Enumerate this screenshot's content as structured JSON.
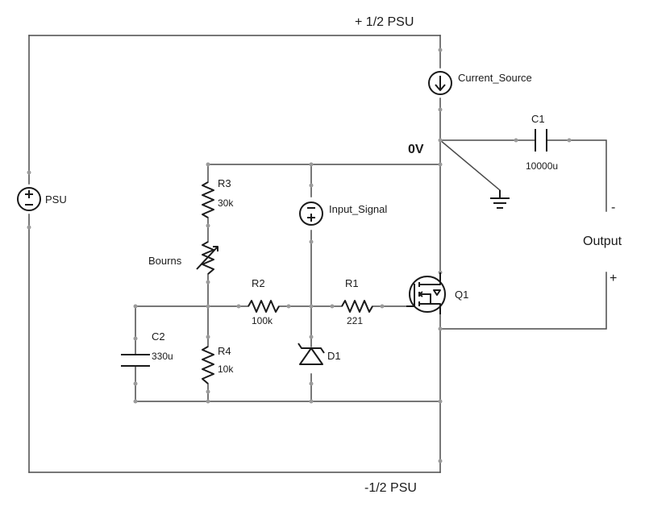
{
  "rails": {
    "top": "+ 1/2 PSU",
    "bottom": "-1/2 PSU",
    "zero": "0V"
  },
  "components": {
    "psu": {
      "name": "PSU"
    },
    "current_source": {
      "name": "Current_Source"
    },
    "c1": {
      "name": "C1",
      "value": "10000u"
    },
    "r3": {
      "name": "R3",
      "value": "30k"
    },
    "input_signal": {
      "name": "Input_Signal"
    },
    "bourns": {
      "name": "Bourns"
    },
    "r2": {
      "name": "R2",
      "value": "100k"
    },
    "r1": {
      "name": "R1",
      "value": "221"
    },
    "q1": {
      "name": "Q1"
    },
    "c2": {
      "name": "C2",
      "value": "330u"
    },
    "r4": {
      "name": "R4",
      "value": "10k"
    },
    "d1": {
      "name": "D1"
    }
  },
  "output": {
    "label": "Output",
    "minus": "-",
    "plus": "+"
  }
}
